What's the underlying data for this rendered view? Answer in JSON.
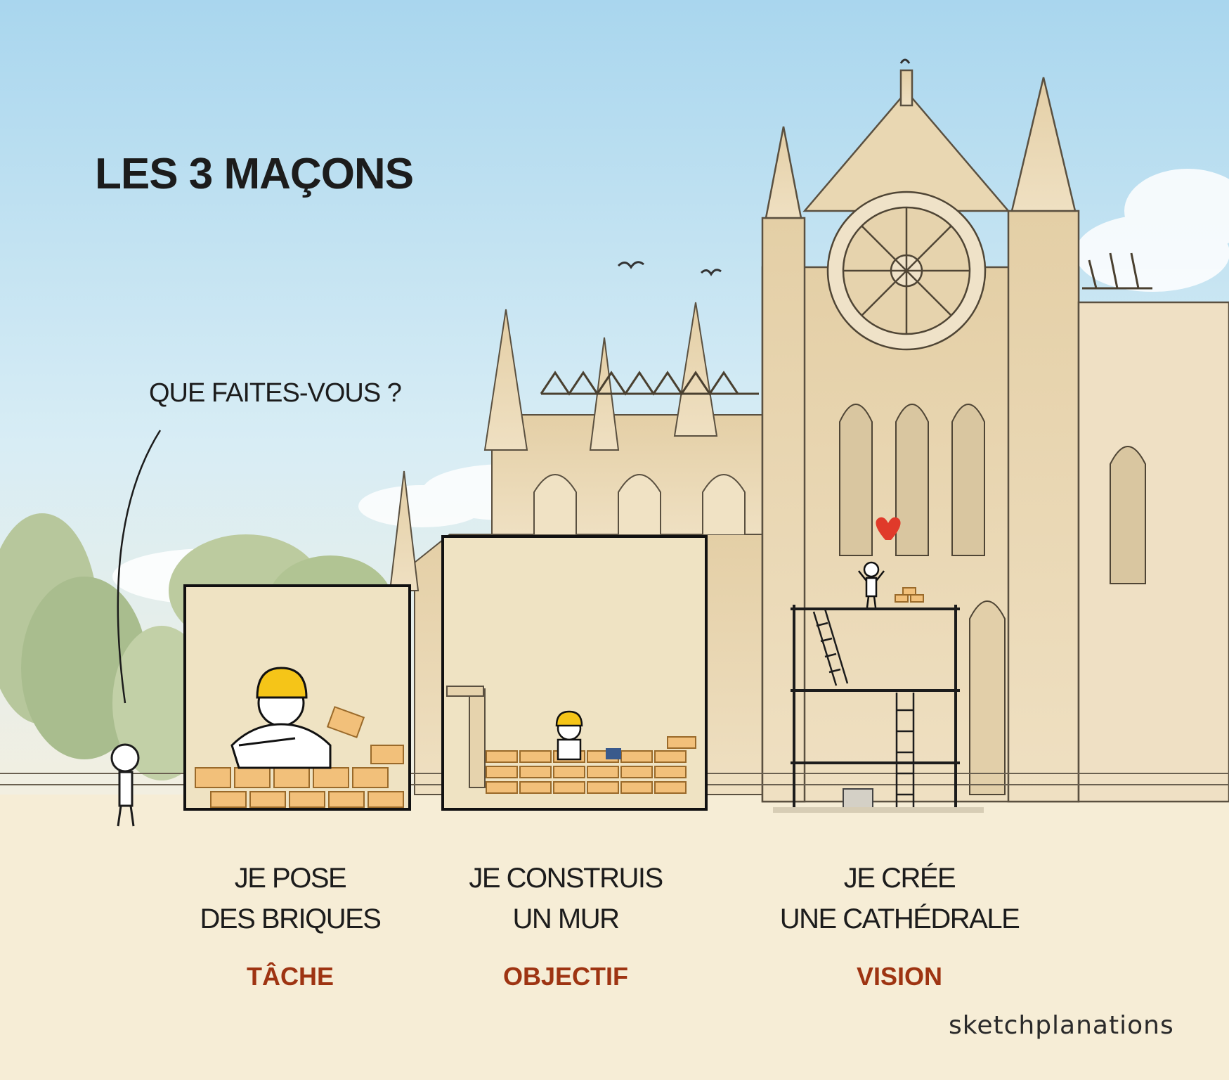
{
  "title": "LES 3 MAÇONS",
  "question": "QUE FAITES-VOUS ?",
  "masons": [
    {
      "line1": "JE POSE",
      "line2": "DES BRIQUES",
      "label": "TÂCHE"
    },
    {
      "line1": "JE CONSTRUIS",
      "line2": "UN MUR",
      "label": "OBJECTIF"
    },
    {
      "line1": "JE CRÉE",
      "line2": "UNE CATHÉDRALE",
      "label": "VISION"
    }
  ],
  "brand": "sketchplanations",
  "colors": {
    "sky": "#cde6f2",
    "ground": "#f6edd6",
    "stone": "#e6d3ad",
    "brick": "#f2c07a",
    "helmet": "#f5c518",
    "label": "#9e3412",
    "heart": "#e03a2a"
  },
  "icons": [
    "cathedral-illustration",
    "tree-icon",
    "bird-icon",
    "heart-icon",
    "helmet-icon",
    "scaffold-icon",
    "ladder-icon",
    "brick-wall-icon"
  ]
}
